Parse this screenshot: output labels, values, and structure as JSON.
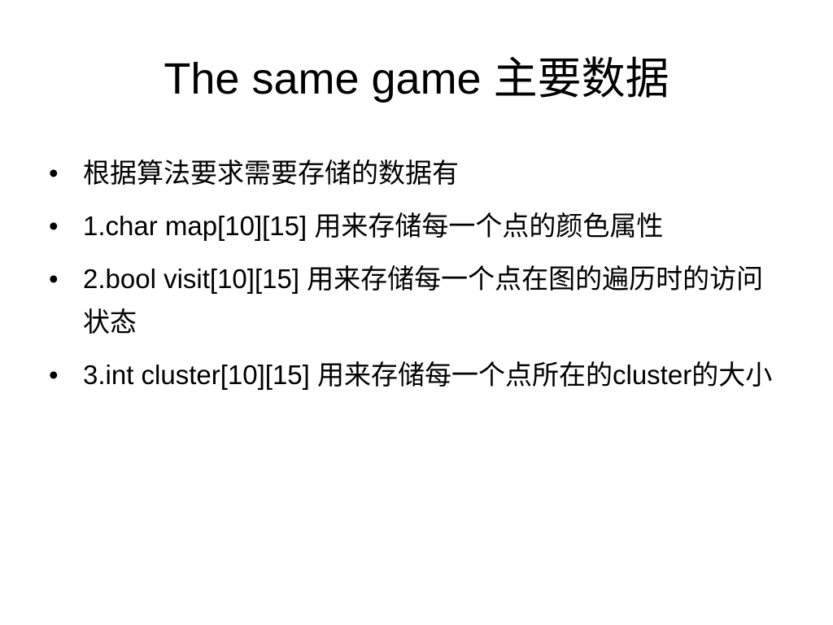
{
  "slide": {
    "title": "The same game 主要数据",
    "bullet_glyph": "•",
    "bullets": [
      "根据算法要求需要存储的数据有",
      "1.char map[10][15] 用来存储每一个点的颜色属性",
      "2.bool visit[10][15] 用来存储每一个点在图的遍历时的访问状态",
      "3.int cluster[10][15] 用来存储每一个点所在的cluster的大小"
    ]
  }
}
